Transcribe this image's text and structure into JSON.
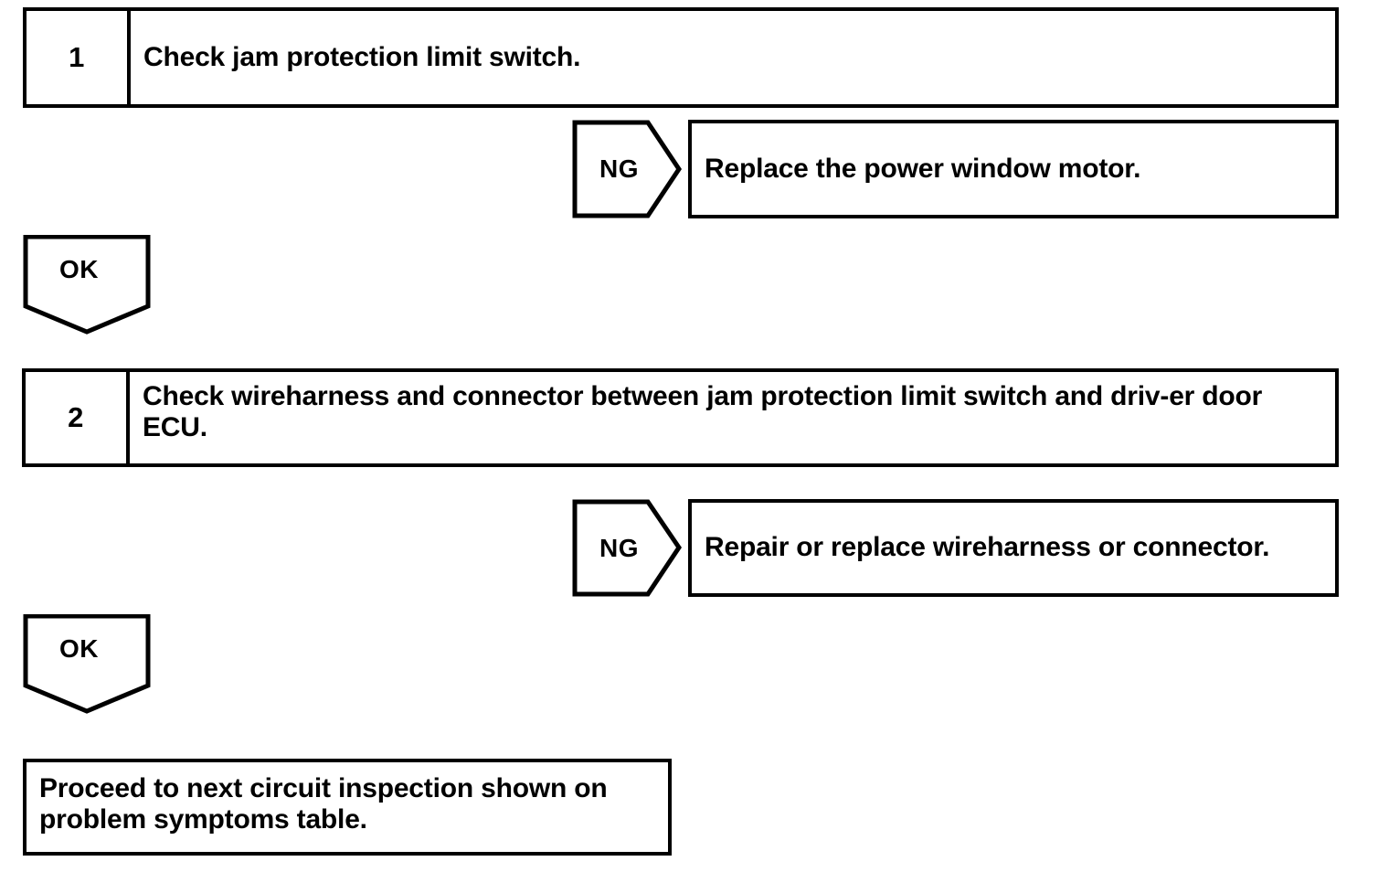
{
  "diagram": {
    "type": "troubleshooting-flowchart",
    "steps": [
      {
        "number": "1",
        "text": "Check jam protection limit switch.",
        "ng_label": "NG",
        "ng_result": "Replace the power window motor.",
        "ok_label": "OK"
      },
      {
        "number": "2",
        "text": "Check wireharness and connector between jam protection limit switch and driv-er door ECU.",
        "ng_label": "NG",
        "ng_result": "Repair or replace wireharness or connector.",
        "ok_label": "OK"
      }
    ],
    "final": {
      "text": "Proceed to next circuit inspection shown on problem symptoms table."
    },
    "colors": {
      "stroke": "#000000",
      "fill": "#ffffff",
      "text": "#000000"
    }
  }
}
